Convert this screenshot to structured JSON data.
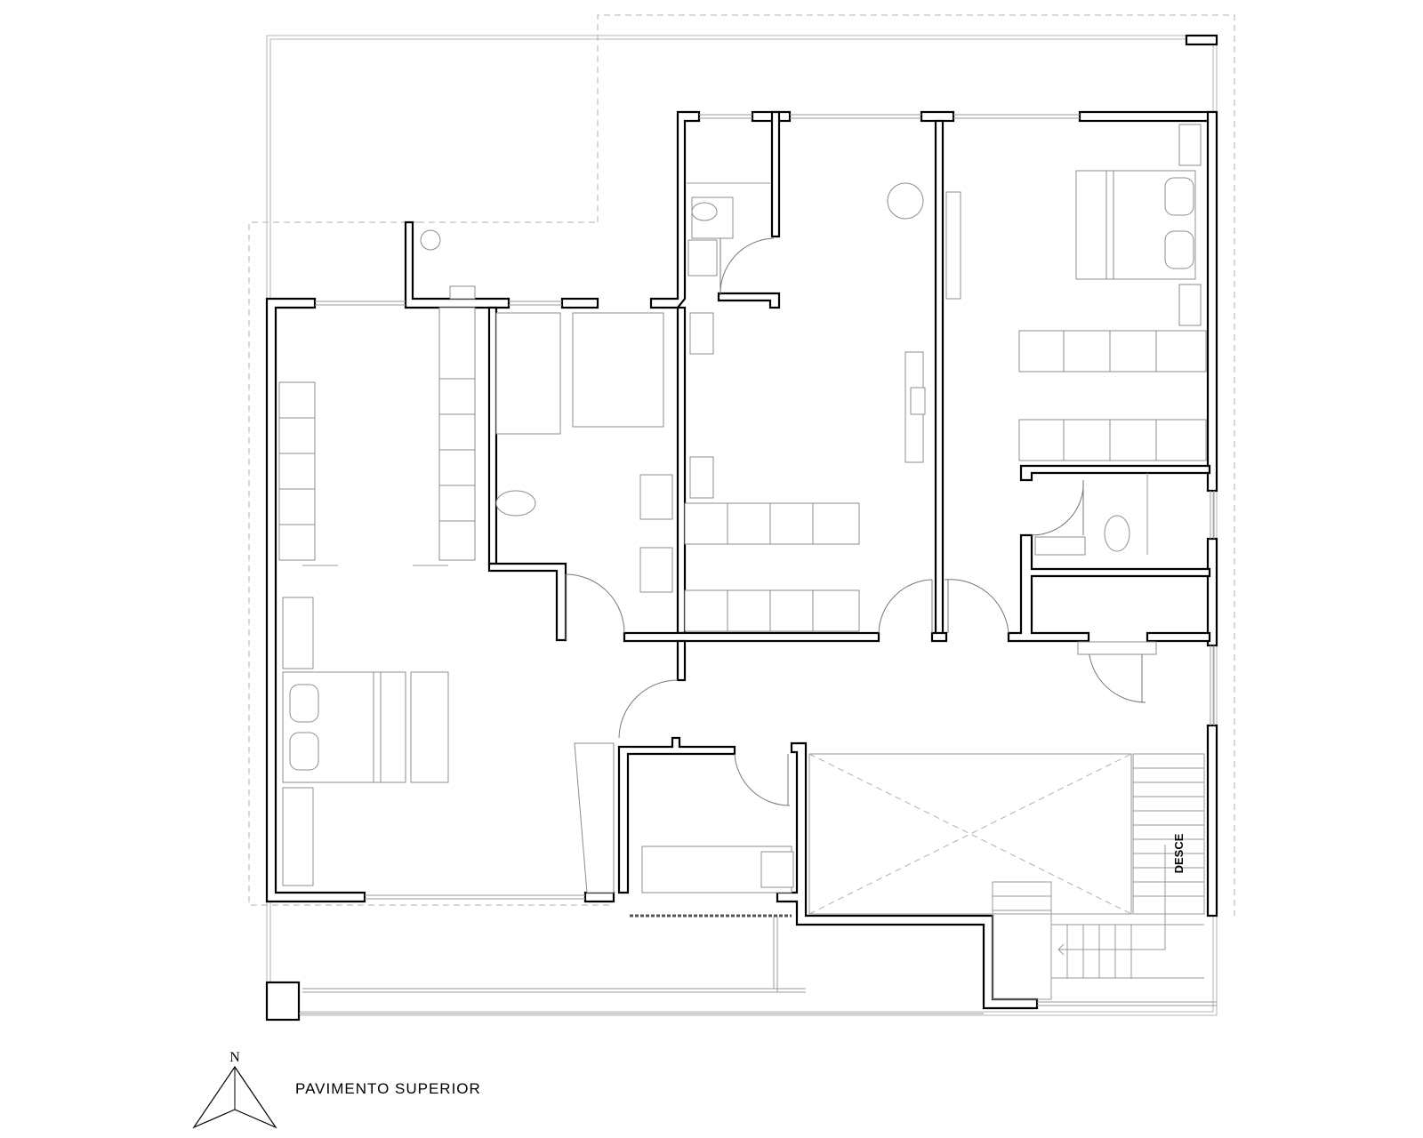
{
  "drawing": {
    "title": "PAVIMENTO SUPERIOR",
    "north_label": "N",
    "stair_label": "DESCE"
  }
}
